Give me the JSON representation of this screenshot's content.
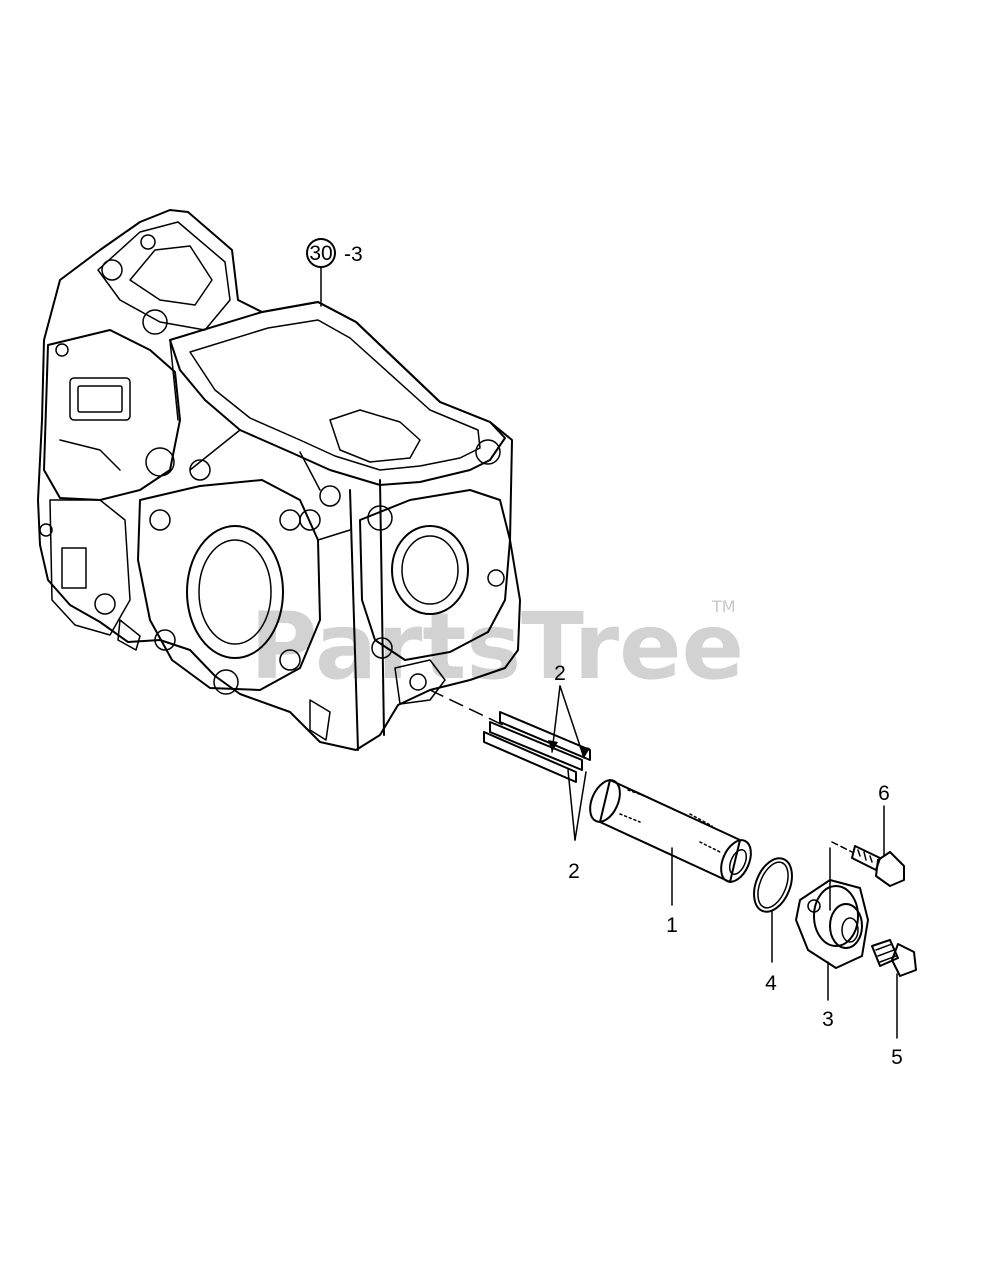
{
  "diagram": {
    "reference": {
      "circled": "30",
      "suffix": "-3"
    },
    "callouts": [
      {
        "id": "1",
        "label": "1"
      },
      {
        "id": "2-top",
        "label": "2"
      },
      {
        "id": "2-bottom",
        "label": "2"
      },
      {
        "id": "3",
        "label": "3"
      },
      {
        "id": "4",
        "label": "4"
      },
      {
        "id": "5",
        "label": "5"
      },
      {
        "id": "6",
        "label": "6"
      }
    ]
  },
  "watermark": {
    "text": "PartsTree",
    "tm": "TM"
  }
}
